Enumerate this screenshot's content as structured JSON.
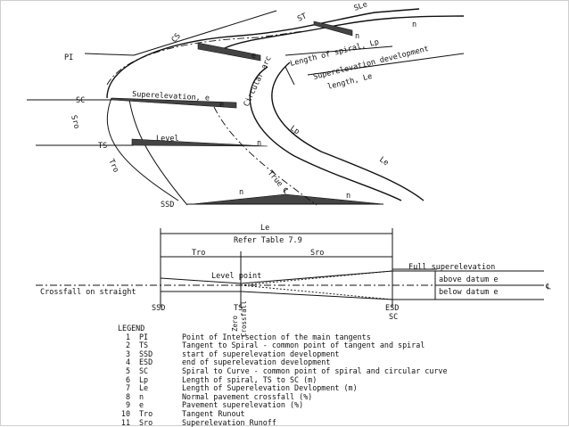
{
  "plan": {
    "labels": {
      "pi": "PI",
      "cs": "CS",
      "st": "ST",
      "sle": "SLe",
      "sc": "SC",
      "ts": "TS",
      "ssd": "SSD",
      "sro": "Sro",
      "tro": "Tro",
      "superelevation": "Superelevation, e",
      "level": "Level",
      "circular_arc": "Circular arc",
      "length_of_spiral": "Length of spiral, Lp",
      "superelevation_development_1": "Superelevation development",
      "superelevation_development_2": "length, Le",
      "lp": "Lp",
      "le": "Le",
      "true_cl": "True ℄",
      "n": "n",
      "e": "e"
    }
  },
  "profile": {
    "labels": {
      "le": "Le",
      "refer_table": "Refer Table 7.9",
      "tro": "Tro",
      "sro": "Sro",
      "level_point": "Level point",
      "full_superelevation": "Full superelevation",
      "crossfall_on_straight": "Crossfall on straight",
      "above_datum": "above datum  e",
      "below_datum": "below datum  e",
      "cl": "℄",
      "ssd": "SSD",
      "ts": "TS",
      "esd": "ESD",
      "sc": "SC",
      "zero": "Zero",
      "crossfall": "Crossfall"
    }
  },
  "legend": {
    "heading": "LEGEND",
    "items": [
      {
        "num": "1",
        "abbr": "PI",
        "text": "Point of Intersection of the main tangents"
      },
      {
        "num": "2",
        "abbr": "TS",
        "text": "Tangent to Spiral - common point of tangent and spiral"
      },
      {
        "num": "3",
        "abbr": "SSD",
        "text": "start of superelevation development"
      },
      {
        "num": "4",
        "abbr": "ESD",
        "text": "end of superelevation development"
      },
      {
        "num": "5",
        "abbr": "SC",
        "text": "Spiral to Curve - common point of spiral and circular curve"
      },
      {
        "num": "6",
        "abbr": "Lp",
        "text": "Length of spiral, TS to SC (m)"
      },
      {
        "num": "7",
        "abbr": "Le",
        "text": "Length of Superelevation Devlopment (m)"
      },
      {
        "num": "8",
        "abbr": "n",
        "text": "Normal pavement crossfall (%)"
      },
      {
        "num": "9",
        "abbr": "e",
        "text": "Pavement superelevation (%)"
      },
      {
        "num": "10",
        "abbr": "Tro",
        "text": "Tangent Runout"
      },
      {
        "num": "11",
        "abbr": "Sro",
        "text": "Superelevation Runoff"
      }
    ]
  }
}
